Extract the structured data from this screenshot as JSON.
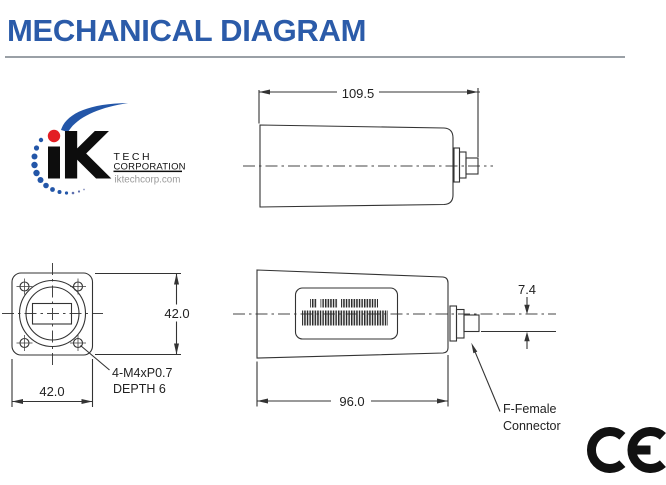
{
  "page": {
    "title": "MECHANICAL DIAGRAM"
  },
  "logo": {
    "monogram": "iK",
    "monogram_k": "K",
    "line1": "TECH",
    "line2": "CORPORATION",
    "website": "iktechcorp.com"
  },
  "top_view": {
    "overall_length": "109.5"
  },
  "front_view": {
    "height": "42.0",
    "width": "42.0",
    "screw_note1": "4-M4xP0.7",
    "screw_note2": "DEPTH 6"
  },
  "side_view": {
    "body_length": "96.0",
    "connector_diameter": "7.4",
    "connector_label1": "F-Female",
    "connector_label2": "Connector"
  },
  "certification": {
    "mark": "CE"
  },
  "colors": {
    "title_blue": "#2b5ba9",
    "logo_blue": "#2356a8",
    "logo_red": "#e31e24",
    "drawing_line": "#333333",
    "website_gray": "#9a9a9a"
  }
}
